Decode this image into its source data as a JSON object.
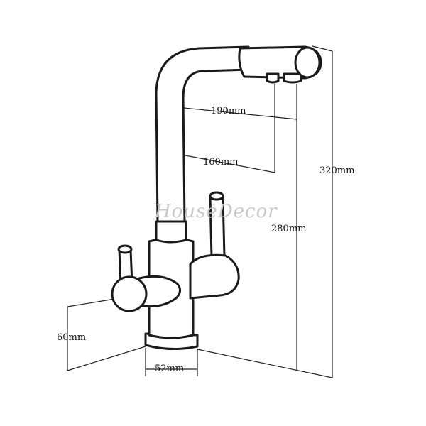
{
  "watermark": "HouseDecor",
  "dimensions": {
    "spout_reach": "190mm",
    "spout_inner_reach": "160mm",
    "total_height": "320mm",
    "spout_height": "280mm",
    "body_height": "60mm",
    "base_diameter": "52mm"
  },
  "colors": {
    "outline": "#1a1a1a",
    "watermark": "#c9c9c9"
  }
}
